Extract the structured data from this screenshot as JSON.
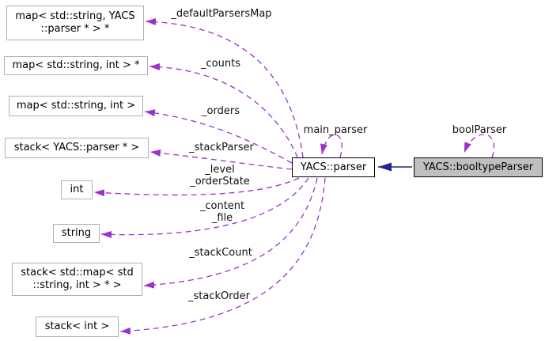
{
  "diagram": {
    "type": "class-collaboration-graph",
    "colors": {
      "usage_edge": "#9a32cd",
      "inheritance_edge": "#22228f",
      "focus_node_fill": "#bfbfbf",
      "ref_node_border": "#b0b0b0",
      "background": "#ffffff"
    },
    "nodes": {
      "map_string_parser": {
        "label": "map< std::string, YACS\n::parser * > *"
      },
      "map_string_int_ptr": {
        "label": "map< std::string, int > *"
      },
      "map_string_int": {
        "label": "map< std::string, int >"
      },
      "stack_parser_ptr": {
        "label": "stack< YACS::parser * >"
      },
      "int": {
        "label": "int"
      },
      "string": {
        "label": "string"
      },
      "stack_map": {
        "label": "stack< std::map< std\n::string, int > * >"
      },
      "stack_int": {
        "label": "stack< int >"
      },
      "yacs_parser": {
        "label": "YACS::parser"
      },
      "yacs_booltypeparser": {
        "label": "YACS::booltypeParser"
      }
    },
    "edge_labels": {
      "default_parsers_map": "_defaultParsersMap",
      "counts": "_counts",
      "orders": "_orders",
      "stack_parser": "_stackParser",
      "level_order_state": "_level\n_orderState",
      "content_file": "_content\n_file",
      "stack_count": "_stackCount",
      "stack_order": "_stackOrder",
      "main_parser": "main_parser",
      "bool_parser": "boolParser"
    }
  }
}
